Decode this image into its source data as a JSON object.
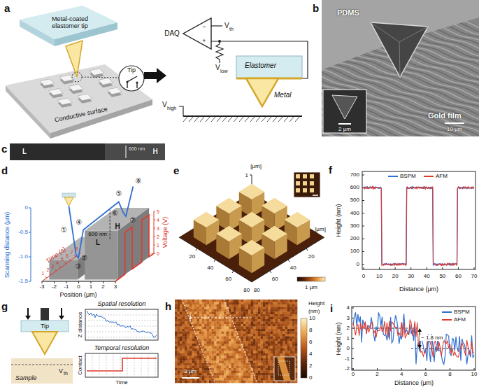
{
  "diagram": {
    "labels": [
      "a",
      "Metal-coated elastomer tip",
      "Tip",
      "Conductive surface",
      "DAQ",
      "V",
      "th",
      "V",
      "low",
      "Elastomer",
      "Metal",
      "V",
      "high",
      "b",
      "PDMS",
      "Gold film",
      "2 μm",
      "10 μm",
      "c",
      "L",
      "H",
      "600 nm",
      "d",
      "①",
      "②",
      "③",
      "④",
      "⑤",
      "⑥",
      "⑦",
      "⑧",
      "Scanning distance (μm)",
      "Time (s)",
      "Position (μm)",
      "Voltage (V)",
      "0",
      "-0.5",
      "-1.0",
      "-1.5",
      "5",
      "4",
      "3",
      "2",
      "1",
      "0",
      "1",
      "2",
      "3",
      "4",
      "5",
      "6",
      "7",
      "8",
      "-3",
      "-2",
      "-1",
      "0",
      "1",
      "2",
      "3",
      "600 nm",
      "L",
      "H",
      "e",
      "[μm]",
      "1",
      "[μm]",
      "20",
      "40",
      "60",
      "80",
      "20",
      "40",
      "60",
      "80",
      "1 μm",
      "f",
      "Height (nm)",
      "Distance (μm)",
      "0",
      "100",
      "200",
      "300",
      "400",
      "500",
      "600",
      "700",
      "0",
      "10",
      "20",
      "30",
      "40",
      "50",
      "60",
      "70",
      "g",
      "Tip",
      "V",
      "th",
      "Sample",
      "Spatial resolution",
      "Z distance",
      "Temporal resolution",
      "Contact",
      "Time",
      "h",
      "Height",
      "(nm)",
      "10",
      "8",
      "6",
      "4",
      "2",
      "0",
      "3 μm",
      "i",
      "Height (nm)",
      "Distance (μm)",
      "4",
      "3",
      "2",
      "1",
      "0",
      "-1",
      "-2",
      "0",
      "2",
      "4",
      "6",
      "8",
      "10",
      "~ 1.8 nm",
      "−",
      "+"
    ],
    "legend": [
      {
        "text": "BSPM"
      },
      {
        "text": "AFM"
      },
      {
        "text": "BSPM"
      },
      {
        "text": "AFM"
      }
    ]
  }
}
